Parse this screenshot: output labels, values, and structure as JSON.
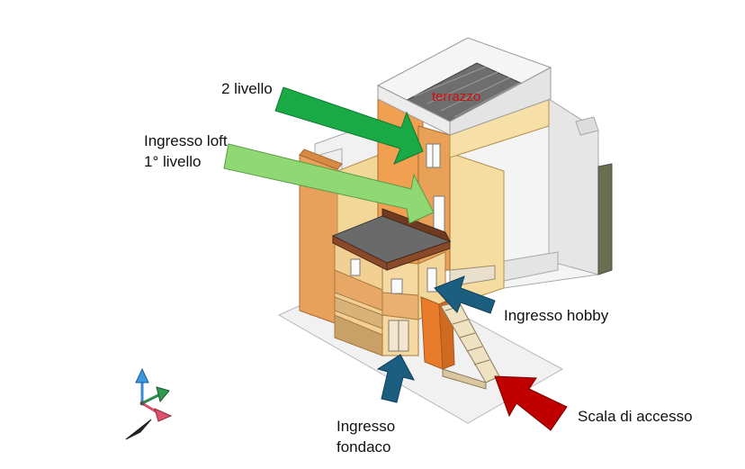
{
  "labels": {
    "level2": "2 livello",
    "loft_line1": "Ingresso loft",
    "loft_line2": "1° livello",
    "hobby": "Ingresso hobby",
    "fondaco_line1": "Ingresso",
    "fondaco_line2": "fondaco",
    "stair": "Scala di accesso",
    "terrace": "terrazzo"
  },
  "colors": {
    "arrow_dark_green": "#1aaa45",
    "arrow_light_green": "#8fd873",
    "arrow_blue": "#1b5e80",
    "arrow_red": "#c00000",
    "terrace_text": "#d01010",
    "wall_orange": "#e89a4f",
    "wall_light": "#f1d394",
    "wall_white": "#f3f3f3",
    "roof_dark": "#555555"
  }
}
